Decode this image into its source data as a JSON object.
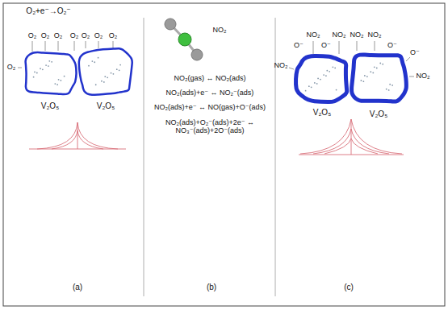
{
  "diagram": {
    "nodes": [
      {
        "text": [
          "V₂O₅"
        ]
      },
      {
        "text": [
          "V₂O₅"
        ]
      },
      {
        "text": [
          "V₂O₅"
        ]
      },
      {
        "text": [
          "V₂O₅"
        ]
      }
    ],
    "labels": [
      "O₂+e⁻→O₂⁻",
      "O₂",
      "O₂",
      "O₂",
      "O₂",
      "O₂",
      "O₂",
      "O₂",
      "O₂",
      "NO₂",
      "NO₂(gas) ↔ NO₂(ads)",
      "NO₂(ads)+e⁻ ↔ NO₂⁻(ads)",
      "NO₂(ads)+e⁻ ↔ NO(gas)+O⁻(ads)",
      "NO₂(ads)+O₂⁻(ads)+2e⁻ ↔ NO₃⁻(ads)+2O⁻(ads)",
      "NO₂",
      "O⁻",
      "NO₂",
      "O⁻",
      "NO₂",
      "NO₂",
      "NO₂",
      "O⁻",
      "O⁻",
      "NO₂",
      "(a)",
      "(b)",
      "(c)"
    ]
  }
}
